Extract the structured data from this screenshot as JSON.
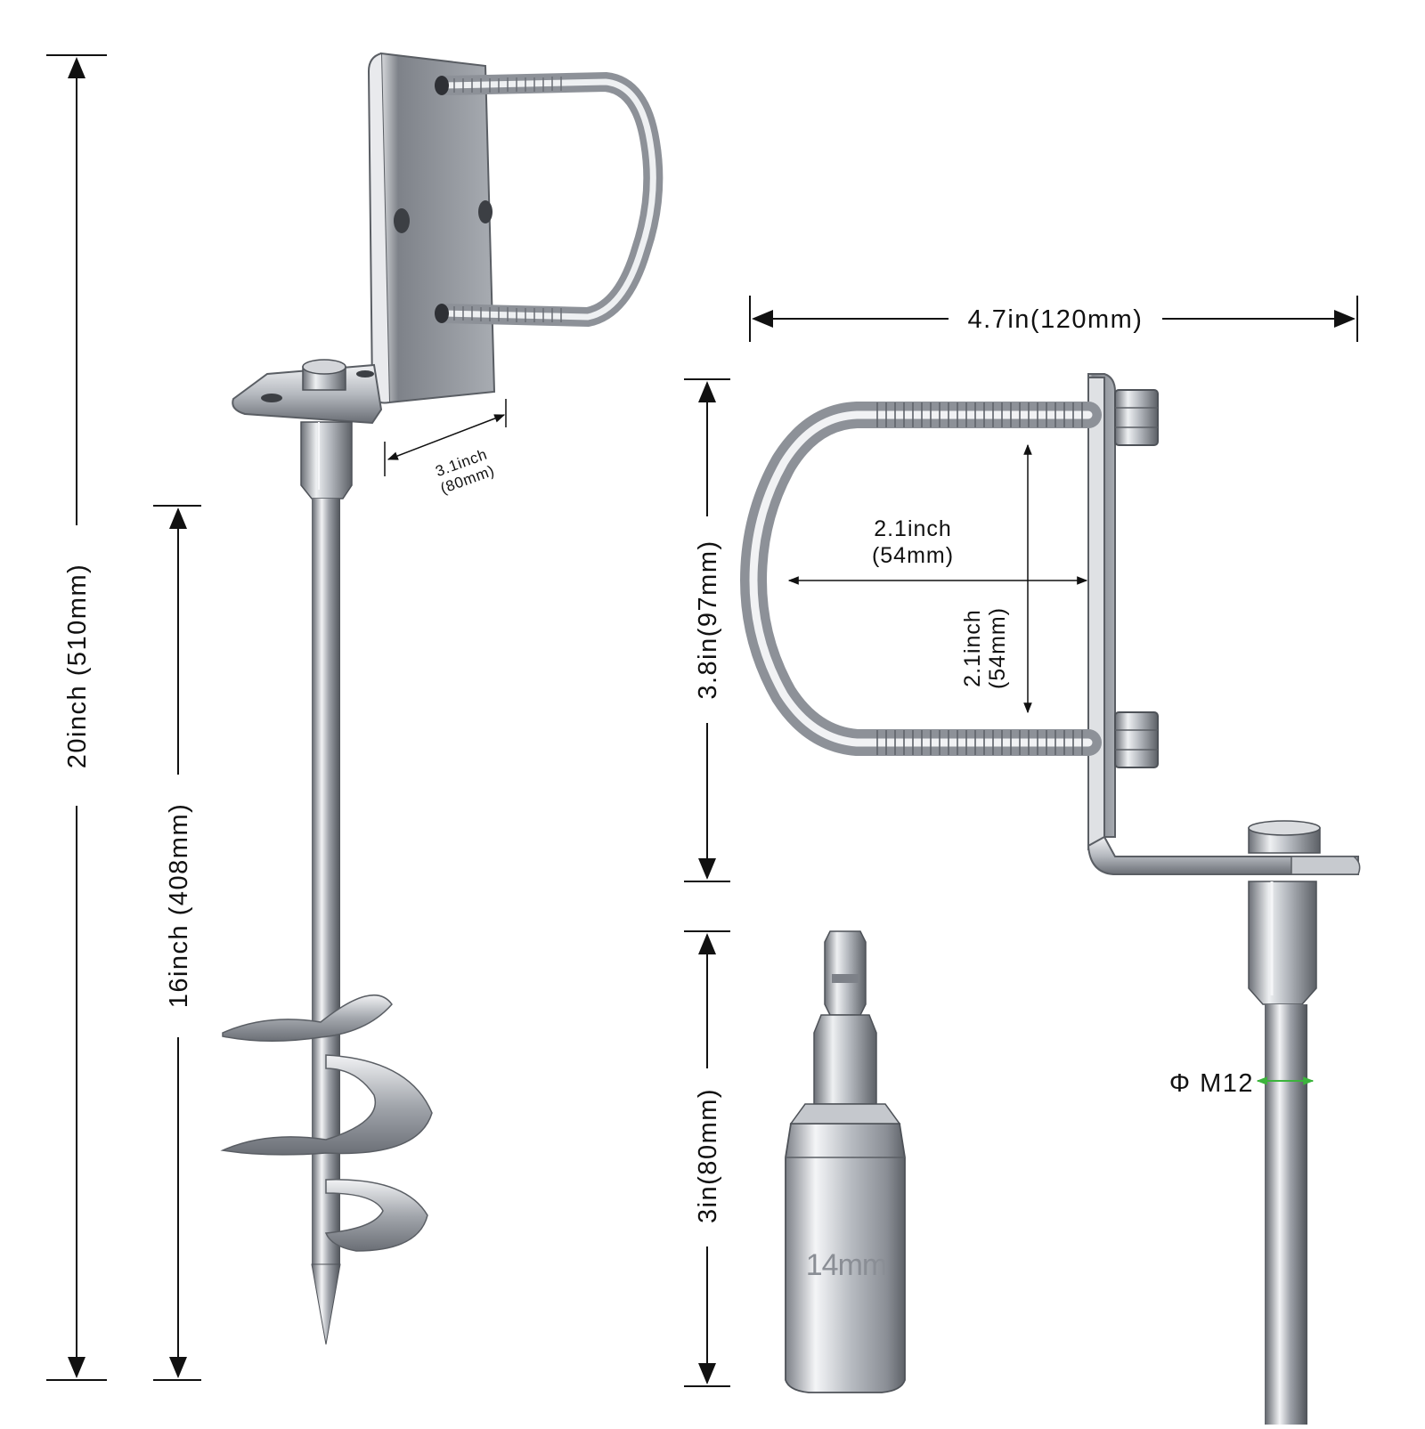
{
  "dimensions": {
    "total_length": "20inch (510mm)",
    "auger_length": "16inch (408mm)",
    "bracket_base_line1": "3.1inch",
    "bracket_base_line2": "(80mm)",
    "bracket_width": "4.7in(120mm)",
    "bracket_height": "3.8in(97mm)",
    "ubolt_width_line1": "2.1inch",
    "ubolt_width_line2": "(54mm)",
    "ubolt_height_line1": "2.1inch",
    "ubolt_height_line2": "(54mm)",
    "socket_length": "3in(80mm)",
    "thread_size": "Φ M12"
  },
  "socket": {
    "size_marking": "14mm"
  },
  "colors": {
    "metal_dark": "#6f737a",
    "metal_light": "#e6e8ec",
    "line": "#111111",
    "accent_green": "#3cb43c"
  }
}
